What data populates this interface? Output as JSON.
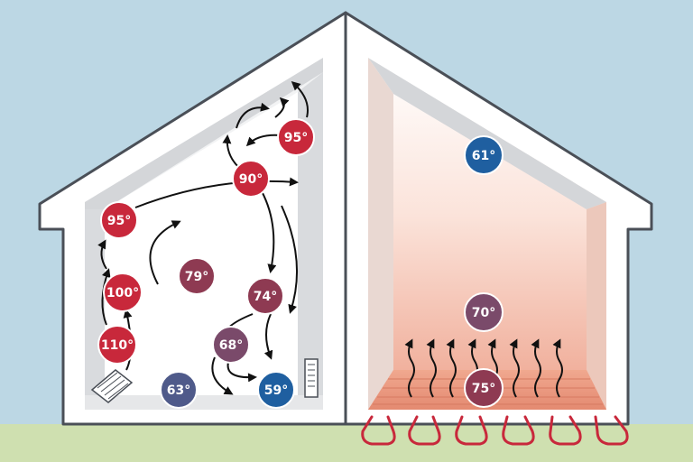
{
  "colors": {
    "sky": "#bcd7e4",
    "ground": "#cfe0b0",
    "wall": "#ffffff",
    "outline": "#4a4f57",
    "hot": "#c8283b",
    "warm": "#8e3a52",
    "mild": "#7a4a6a",
    "neutral": "#4f5a8a",
    "cool": "#1f5fa0",
    "pipe": "#c8283b",
    "floor_glow": "#f2b7a0"
  },
  "left_house": {
    "temps": [
      {
        "label": "95°",
        "level": "hot"
      },
      {
        "label": "90°",
        "level": "hot"
      },
      {
        "label": "95°",
        "level": "hot"
      },
      {
        "label": "100°",
        "level": "hot"
      },
      {
        "label": "110°",
        "level": "hot"
      },
      {
        "label": "79°",
        "level": "warm"
      },
      {
        "label": "74°",
        "level": "warm"
      },
      {
        "label": "68°",
        "level": "mild"
      },
      {
        "label": "63°",
        "level": "neutral"
      },
      {
        "label": "59°",
        "level": "cool"
      }
    ],
    "icons": [
      "floor-vent-icon",
      "wall-register-icon",
      "airflow-arrow-icon"
    ]
  },
  "right_house": {
    "temps": [
      {
        "label": "61°",
        "level": "cool"
      },
      {
        "label": "70°",
        "level": "mild"
      },
      {
        "label": "75°",
        "level": "warm"
      }
    ],
    "icons": [
      "heat-wave-icon",
      "radiant-pipe-icon"
    ]
  }
}
